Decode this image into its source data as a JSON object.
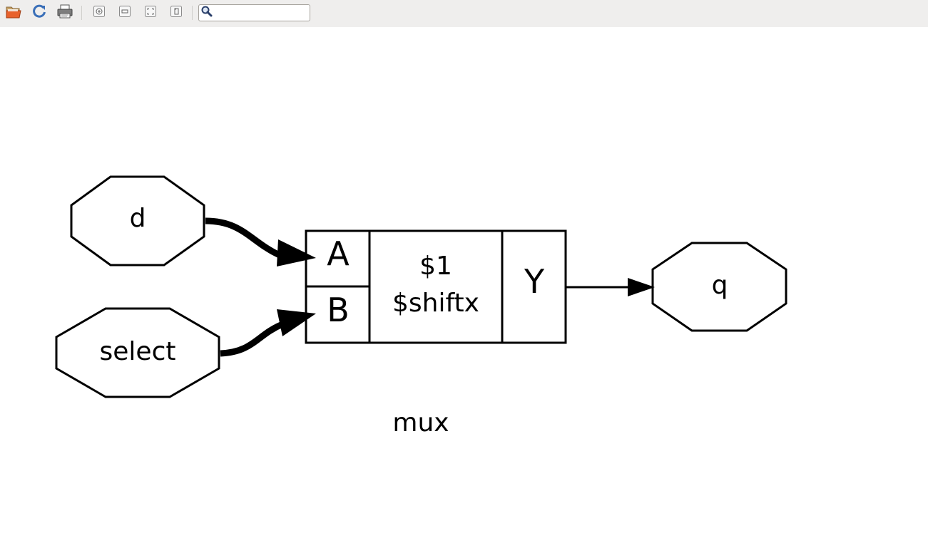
{
  "toolbar": {
    "buttons": [
      {
        "name": "open",
        "icon": "folder-open-icon"
      },
      {
        "name": "reload",
        "icon": "refresh-icon"
      },
      {
        "name": "print",
        "icon": "printer-icon"
      },
      {
        "name": "zoom-in",
        "icon": "zoom-in-icon"
      },
      {
        "name": "zoom-out",
        "icon": "zoom-out-icon"
      },
      {
        "name": "zoom-fit",
        "icon": "zoom-fit-icon"
      },
      {
        "name": "zoom-reset",
        "icon": "zoom-original-icon"
      }
    ],
    "search": {
      "value": "",
      "icon": "magnifier-icon"
    }
  },
  "graph": {
    "nodes": {
      "d": "d",
      "select": "select",
      "q": "q"
    },
    "cell": {
      "port_a": "A",
      "port_b": "B",
      "name": "$1",
      "type": "$shiftx",
      "port_y": "Y"
    },
    "module_label": "mux"
  },
  "colors": {
    "toolbar_bg": "#efeeed",
    "stroke": "#000000",
    "background": "#ffffff"
  }
}
